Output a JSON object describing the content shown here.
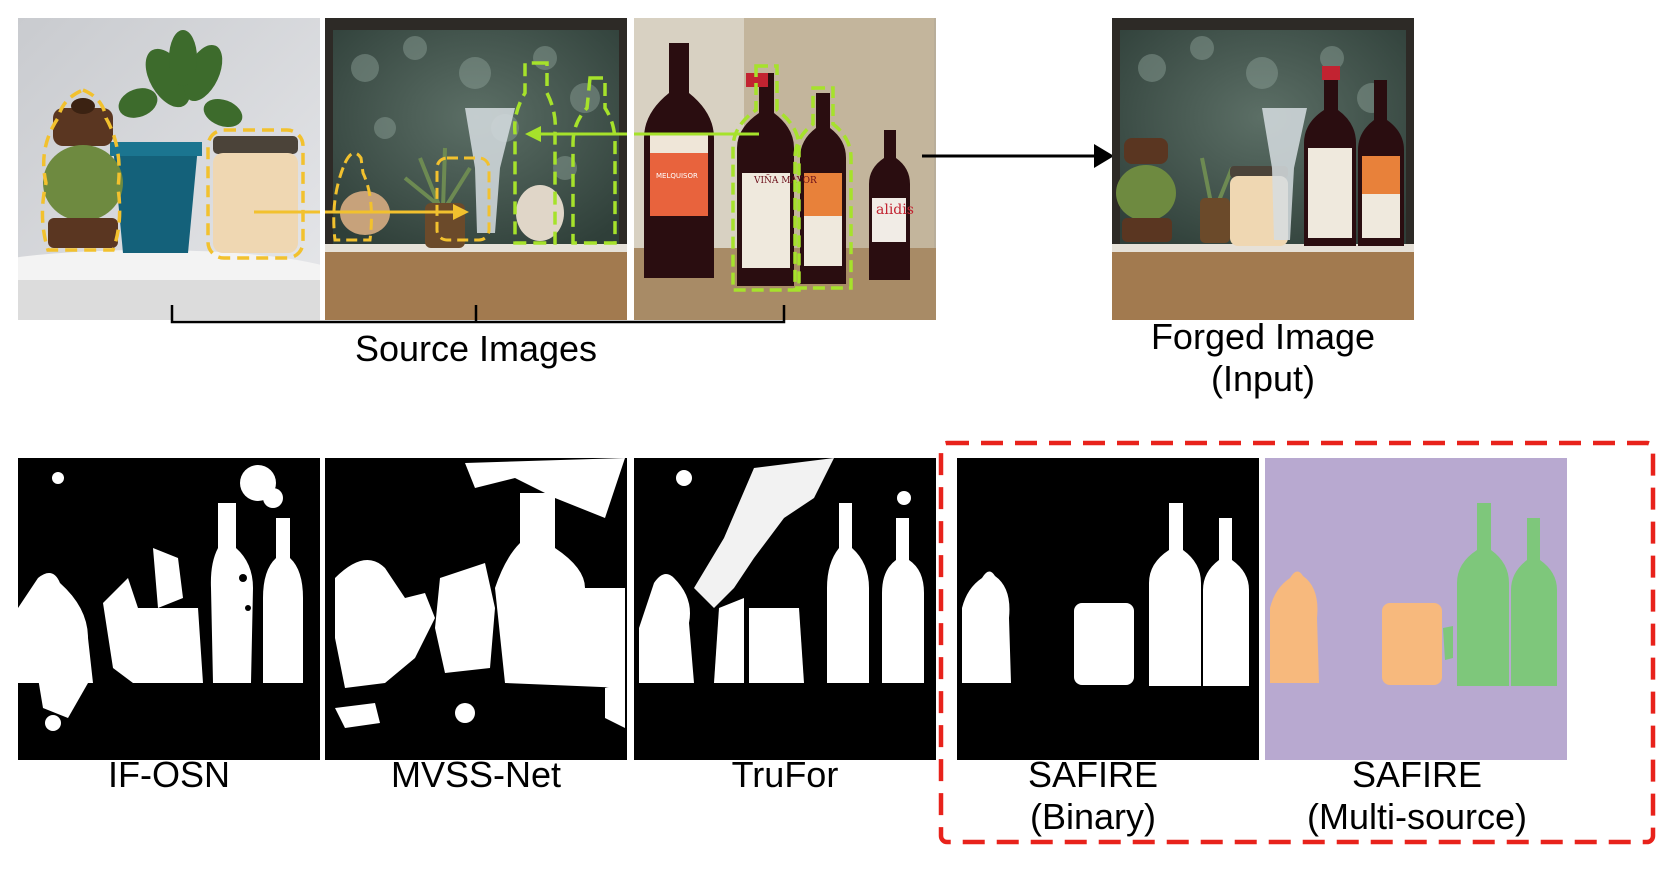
{
  "top_row": {
    "source_label": "Source Images",
    "forged_label_line1": "Forged Image",
    "forged_label_line2": "(Input)"
  },
  "source_images": [
    {
      "content": "pepper grinder, potted plant, ceramic jar on shelf"
    },
    {
      "content": "windowsill with vase, succulent pots and dashed paste regions"
    },
    {
      "content": "four wine bottles on floor"
    }
  ],
  "wine_labels": {
    "brand": "VIÑA MAYOR",
    "other": "MELQUISOR",
    "third": "alidis"
  },
  "results": [
    {
      "method": "IF-OSN",
      "line2": ""
    },
    {
      "method": "MVSS-Net",
      "line2": ""
    },
    {
      "method": "TruFor",
      "line2": ""
    },
    {
      "method": "SAFIRE",
      "line2": "(Binary)"
    },
    {
      "method": "SAFIRE",
      "line2": "(Multi-source)"
    }
  ],
  "colors": {
    "highlight_box": "#e8221b",
    "yellow_region": "#f2c12e",
    "green_region": "#a6e22b",
    "multi_bg": "#b8a9d0",
    "multi_orange": "#f7b97d",
    "multi_green": "#7ec77b"
  }
}
